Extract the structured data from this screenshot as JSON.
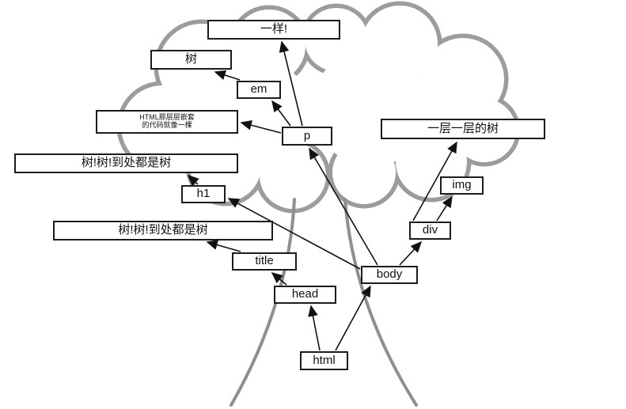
{
  "diagram": {
    "description": "HTML DOM tree drawn as a real tree with cloud canopy and trunk",
    "colors": {
      "cloud_stroke": "#9c9c9c",
      "trunk_stroke": "#8f8f8f",
      "arrow": "#111111",
      "box_border": "#1b1b1b",
      "background": "#ffffff"
    },
    "nodes": {
      "exclaim": {
        "label": "一样!"
      },
      "tree_word": {
        "label": "树"
      },
      "em": {
        "label": "em"
      },
      "caption": {
        "line1": "HTML那层层嵌套",
        "line2": "的代码就像一棵"
      },
      "p": {
        "label": "p"
      },
      "layered": {
        "label": "一层一层的树"
      },
      "h1_text": {
        "label": "树!树!到处都是树"
      },
      "h1": {
        "label": "h1"
      },
      "img": {
        "label": "img"
      },
      "title_text": {
        "label": "树!树!到处都是树"
      },
      "div": {
        "label": "div"
      },
      "title": {
        "label": "title"
      },
      "body": {
        "label": "body"
      },
      "head": {
        "label": "head"
      },
      "html": {
        "label": "html"
      }
    },
    "edges": [
      "html→head",
      "html→body",
      "head→title",
      "title→title_text",
      "body→p",
      "body→h1",
      "body→div",
      "div→img",
      "div→layered",
      "p→em",
      "em→tree_word",
      "p→exclaim",
      "p→caption",
      "h1→h1_text"
    ]
  }
}
